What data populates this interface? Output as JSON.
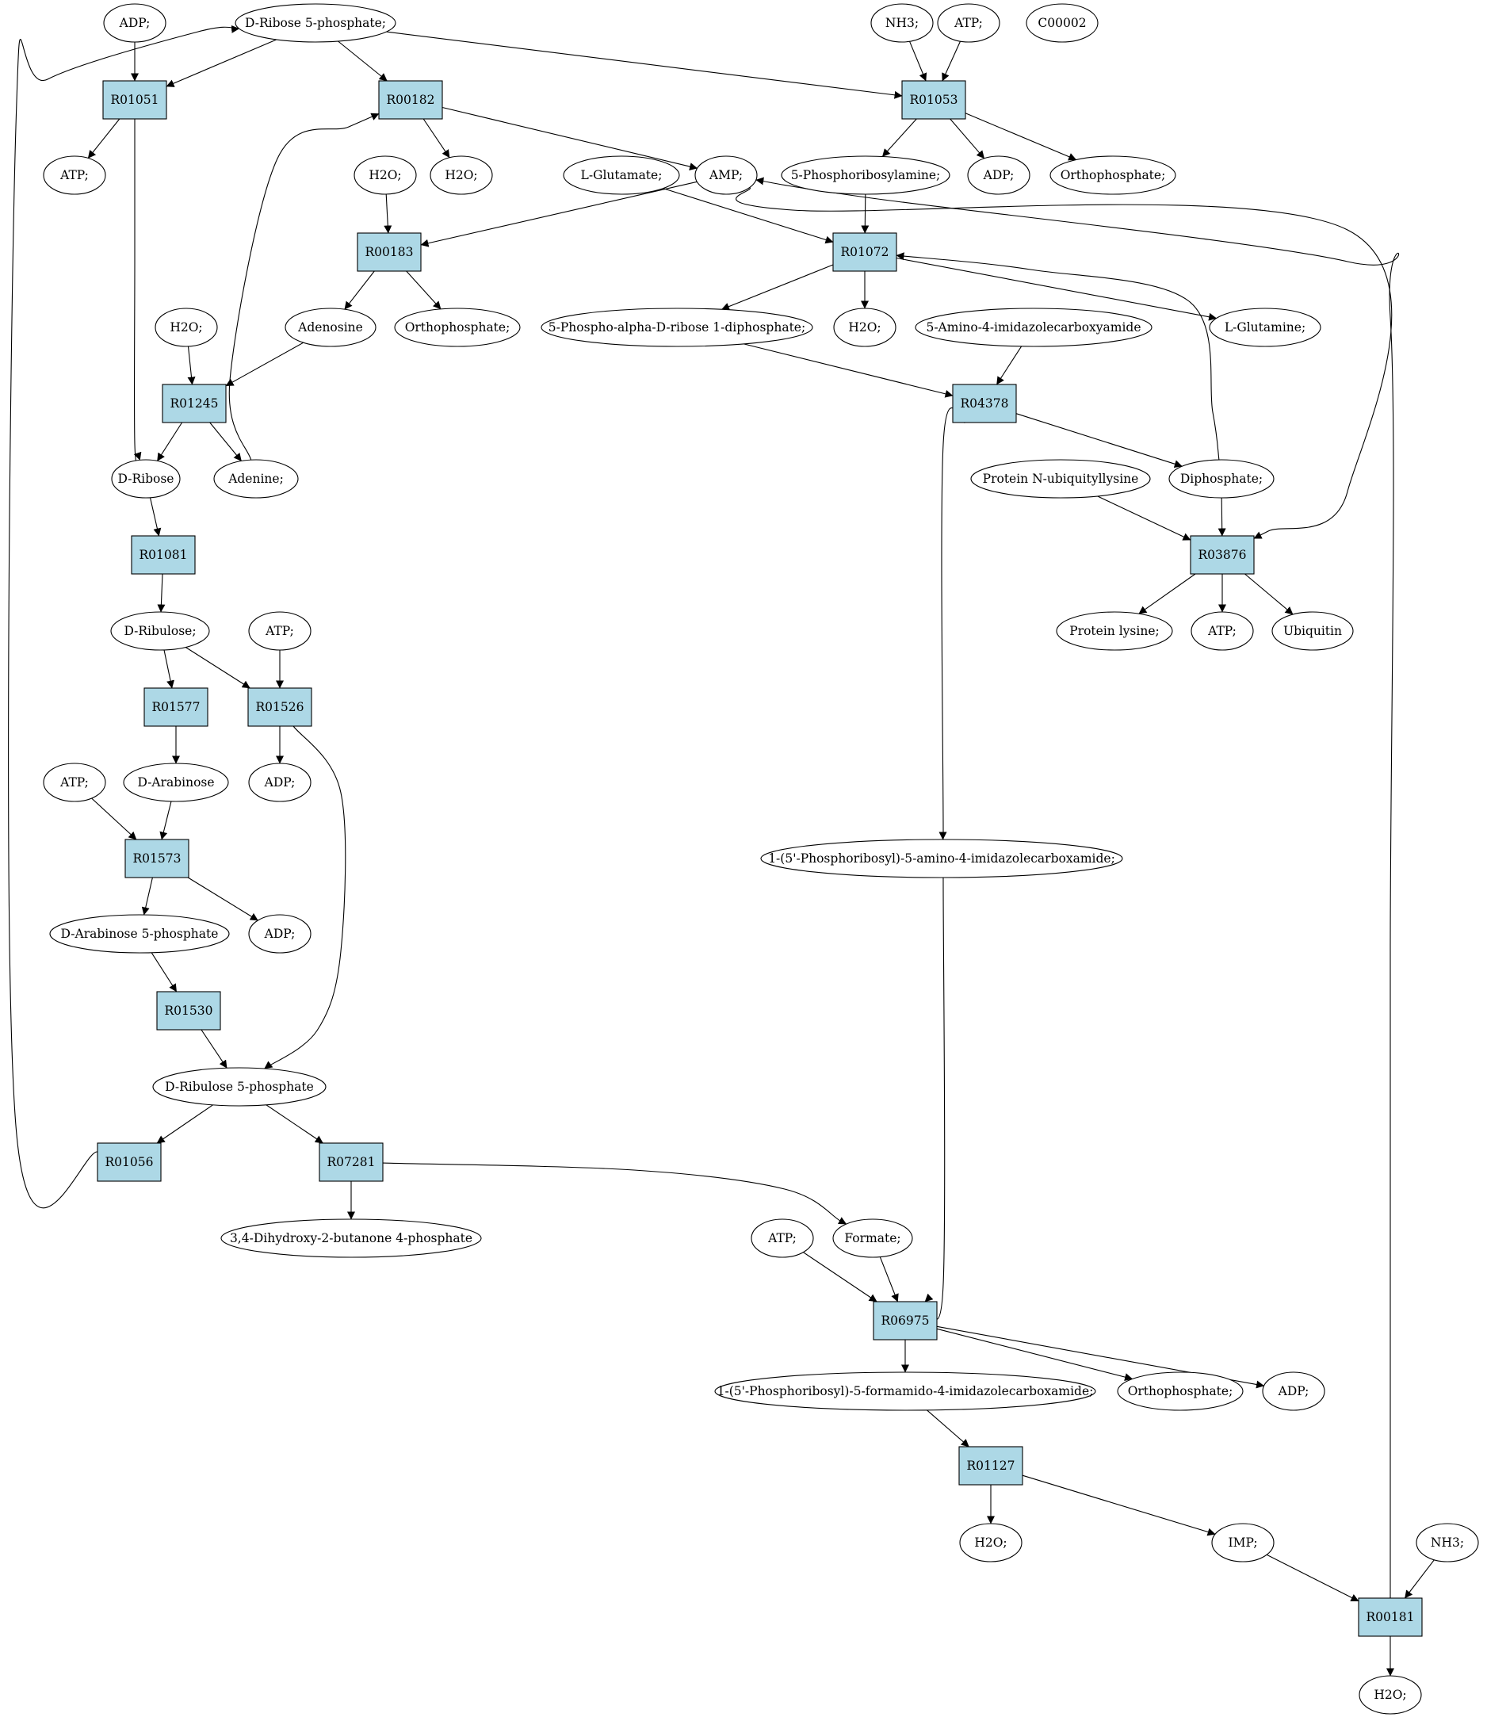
{
  "diagram": {
    "colors": {
      "reaction_fill": "#add8e6",
      "highlight_start": "#00ee00",
      "highlight_target": "#ffff00",
      "compound_fill": "#ffffff",
      "stroke": "#000000"
    },
    "reactions": [
      {
        "id": "R01051",
        "label": "R01051"
      },
      {
        "id": "R00182",
        "label": "R00182"
      },
      {
        "id": "R01053",
        "label": "R01053"
      },
      {
        "id": "R00183",
        "label": "R00183"
      },
      {
        "id": "R01072",
        "label": "R01072"
      },
      {
        "id": "R01245",
        "label": "R01245"
      },
      {
        "id": "R04378",
        "label": "R04378"
      },
      {
        "id": "R01081",
        "label": "R01081"
      },
      {
        "id": "R03876",
        "label": "R03876"
      },
      {
        "id": "R01577",
        "label": "R01577"
      },
      {
        "id": "R01526",
        "label": "R01526"
      },
      {
        "id": "R01573",
        "label": "R01573"
      },
      {
        "id": "R01530",
        "label": "R01530"
      },
      {
        "id": "R01056",
        "label": "R01056"
      },
      {
        "id": "R07281",
        "label": "R07281"
      },
      {
        "id": "R06975",
        "label": "R06975"
      },
      {
        "id": "R01127",
        "label": "R01127"
      },
      {
        "id": "R00181",
        "label": "R00181"
      }
    ],
    "compounds": [
      {
        "id": "c_adp_top",
        "label": "ADP;"
      },
      {
        "id": "c_rib5p",
        "label": "D-Ribose 5-phosphate;",
        "highlight": "start"
      },
      {
        "id": "c_nh3_top",
        "label": "NH3;"
      },
      {
        "id": "c_atp_top",
        "label": "ATP;"
      },
      {
        "id": "c_c00002",
        "label": "C00002",
        "highlight": "target"
      },
      {
        "id": "c_atp_r01051",
        "label": "ATP;"
      },
      {
        "id": "c_h2o_r00183in",
        "label": "H2O;"
      },
      {
        "id": "c_h2o_r00182out",
        "label": "H2O;"
      },
      {
        "id": "c_lglu",
        "label": "L-Glutamate;"
      },
      {
        "id": "c_amp",
        "label": "AMP;"
      },
      {
        "id": "c_prib_amine",
        "label": "5-Phosphoribosylamine;"
      },
      {
        "id": "c_adp_r01053",
        "label": "ADP;"
      },
      {
        "id": "c_pi_r01053",
        "label": "Orthophosphate;"
      },
      {
        "id": "c_h2o_r01245in",
        "label": "H2O;"
      },
      {
        "id": "c_adenosine",
        "label": "Adenosine"
      },
      {
        "id": "c_pi_r00183",
        "label": "Orthophosphate;"
      },
      {
        "id": "c_prpp",
        "label": "5-Phospho-alpha-D-ribose 1-diphosphate;"
      },
      {
        "id": "c_h2o_r01072",
        "label": "H2O;"
      },
      {
        "id": "c_aica",
        "label": "5-Amino-4-imidazolecarboxyamide"
      },
      {
        "id": "c_lgln",
        "label": "L-Glutamine;"
      },
      {
        "id": "c_dribose",
        "label": "D-Ribose"
      },
      {
        "id": "c_adenine",
        "label": "Adenine;"
      },
      {
        "id": "c_prot_ub",
        "label": "Protein N-ubiquityllysine"
      },
      {
        "id": "c_ppi",
        "label": "Diphosphate;"
      },
      {
        "id": "c_dribulose",
        "label": "D-Ribulose;"
      },
      {
        "id": "c_atp_r01526",
        "label": "ATP;"
      },
      {
        "id": "c_prot_lys",
        "label": "Protein lysine;"
      },
      {
        "id": "c_atp_r03876",
        "label": "ATP;"
      },
      {
        "id": "c_ubiquitin",
        "label": "Ubiquitin"
      },
      {
        "id": "c_atp_r01573",
        "label": "ATP;"
      },
      {
        "id": "c_darab",
        "label": "D-Arabinose"
      },
      {
        "id": "c_adp_r01526",
        "label": "ADP;"
      },
      {
        "id": "c_aicar",
        "label": "1-(5'-Phosphoribosyl)-5-amino-4-imidazolecarboxamide;"
      },
      {
        "id": "c_darab5p",
        "label": "D-Arabinose 5-phosphate"
      },
      {
        "id": "c_adp_r01573",
        "label": "ADP;"
      },
      {
        "id": "c_dribu5p",
        "label": "D-Ribulose 5-phosphate"
      },
      {
        "id": "c_dhbp",
        "label": "3,4-Dihydroxy-2-butanone 4-phosphate"
      },
      {
        "id": "c_atp_r06975",
        "label": "ATP;"
      },
      {
        "id": "c_formate",
        "label": "Formate;"
      },
      {
        "id": "c_faicar",
        "label": "1-(5'-Phosphoribosyl)-5-formamido-4-imidazolecarboxamide;"
      },
      {
        "id": "c_pi_r06975",
        "label": "Orthophosphate;"
      },
      {
        "id": "c_adp_r06975",
        "label": "ADP;"
      },
      {
        "id": "c_h2o_r01127",
        "label": "H2O;"
      },
      {
        "id": "c_imp",
        "label": "IMP;"
      },
      {
        "id": "c_nh3_r00181",
        "label": "NH3;"
      },
      {
        "id": "c_h2o_r00181",
        "label": "H2O;"
      }
    ],
    "edges": [
      [
        "c_adp_top",
        "R01051"
      ],
      [
        "c_rib5p",
        "R01051"
      ],
      [
        "c_rib5p",
        "R00182"
      ],
      [
        "c_rib5p",
        "R01053"
      ],
      [
        "c_nh3_top",
        "R01053"
      ],
      [
        "c_atp_top",
        "R01053"
      ],
      [
        "R01051",
        "c_atp_r01051"
      ],
      [
        "R01051",
        "c_dribose"
      ],
      [
        "R00182",
        "c_h2o_r00182out"
      ],
      [
        "R00182",
        "c_amp"
      ],
      [
        "R01053",
        "c_prib_amine"
      ],
      [
        "R01053",
        "c_adp_r01053"
      ],
      [
        "R01053",
        "c_pi_r01053"
      ],
      [
        "c_h2o_r00183in",
        "R00183"
      ],
      [
        "c_amp",
        "R00183"
      ],
      [
        "c_amp",
        "R03876"
      ],
      [
        "c_lglu",
        "R01072"
      ],
      [
        "c_prib_amine",
        "R01072"
      ],
      [
        "R00183",
        "c_adenosine"
      ],
      [
        "R00183",
        "c_pi_r00183"
      ],
      [
        "R01072",
        "c_prpp"
      ],
      [
        "R01072",
        "c_h2o_r01072"
      ],
      [
        "R01072",
        "c_lgln"
      ],
      [
        "c_h2o_r01245in",
        "R01245"
      ],
      [
        "c_adenosine",
        "R01245"
      ],
      [
        "c_prpp",
        "R04378"
      ],
      [
        "c_aica",
        "R04378"
      ],
      [
        "R01245",
        "c_dribose"
      ],
      [
        "R01245",
        "c_adenine"
      ],
      [
        "c_adenine",
        "R00182"
      ],
      [
        "R04378",
        "c_ppi"
      ],
      [
        "R04378",
        "c_aicar"
      ],
      [
        "c_ppi",
        "R01072"
      ],
      [
        "c_ppi",
        "R03876"
      ],
      [
        "c_prot_ub",
        "R03876"
      ],
      [
        "c_dribose",
        "R01081"
      ],
      [
        "R03876",
        "c_prot_lys"
      ],
      [
        "R03876",
        "c_atp_r03876"
      ],
      [
        "R03876",
        "c_ubiquitin"
      ],
      [
        "R01081",
        "c_dribulose"
      ],
      [
        "c_dribulose",
        "R01577"
      ],
      [
        "c_dribulose",
        "R01526"
      ],
      [
        "c_atp_r01526",
        "R01526"
      ],
      [
        "R01577",
        "c_darab"
      ],
      [
        "R01526",
        "c_adp_r01526"
      ],
      [
        "R01526",
        "c_dribu5p"
      ],
      [
        "c_atp_r01573",
        "R01573"
      ],
      [
        "c_darab",
        "R01573"
      ],
      [
        "R01573",
        "c_darab5p"
      ],
      [
        "R01573",
        "c_adp_r01573"
      ],
      [
        "c_darab5p",
        "R01530"
      ],
      [
        "R01530",
        "c_dribu5p"
      ],
      [
        "c_dribu5p",
        "R01056"
      ],
      [
        "c_dribu5p",
        "R07281"
      ],
      [
        "R01056",
        "c_rib5p"
      ],
      [
        "R07281",
        "c_dhbp"
      ],
      [
        "R07281",
        "c_formate"
      ],
      [
        "c_atp_r06975",
        "R06975"
      ],
      [
        "c_formate",
        "R06975"
      ],
      [
        "c_aicar",
        "R06975"
      ],
      [
        "R06975",
        "c_faicar"
      ],
      [
        "R06975",
        "c_pi_r06975"
      ],
      [
        "R06975",
        "c_adp_r06975"
      ],
      [
        "c_faicar",
        "R01127"
      ],
      [
        "R01127",
        "c_h2o_r01127"
      ],
      [
        "R01127",
        "c_imp"
      ],
      [
        "c_imp",
        "R00181"
      ],
      [
        "c_nh3_r00181",
        "R00181"
      ],
      [
        "R00181",
        "c_h2o_r00181"
      ],
      [
        "R00181",
        "c_amp"
      ]
    ]
  }
}
